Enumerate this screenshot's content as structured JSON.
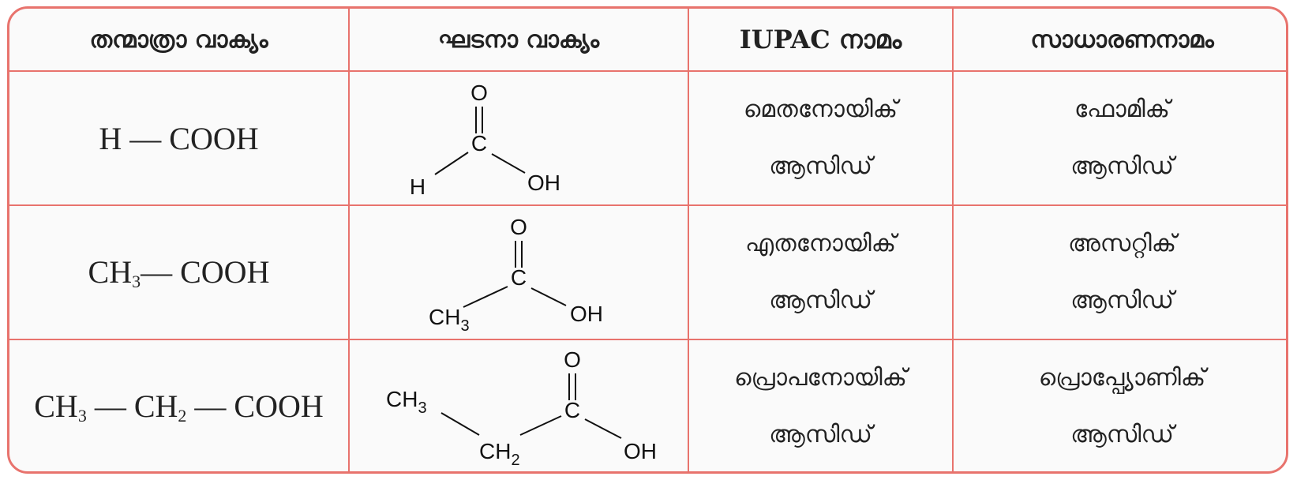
{
  "headers": {
    "molecular_formula": "തന്മാത്രാ വാക്യം",
    "structural_formula": "ഘടനാ വാക്യം",
    "iupac_name": "IUPAC നാമം",
    "common_name": "സാധാരണനാമം"
  },
  "rows": [
    {
      "formula": {
        "parts": [
          "H",
          "",
          " — COOH"
        ]
      },
      "structure": {
        "carbonyl_o": "O",
        "carbon": "C",
        "substituent": "H",
        "hydroxyl": "OH"
      },
      "iupac": {
        "line1": "മെതനോയിക്",
        "line2": "ആസിഡ്"
      },
      "common": {
        "line1": "ഫോമിക്",
        "line2": "ആസിഡ്"
      }
    },
    {
      "formula": {
        "parts": [
          "CH",
          "3",
          "— COOH"
        ]
      },
      "structure": {
        "carbonyl_o": "O",
        "carbon": "C",
        "substituent": "CH",
        "substituent_sub": "3",
        "hydroxyl": "OH"
      },
      "iupac": {
        "line1": "എതനോയിക്",
        "line2": "ആസിഡ്"
      },
      "common": {
        "line1": "അസറ്റിക്",
        "line2": "ആസിഡ്"
      }
    },
    {
      "formula": {
        "parts": [
          "CH",
          "3",
          " — CH",
          "2",
          " — COOH"
        ]
      },
      "structure": {
        "carbonyl_o": "O",
        "carbon": "C",
        "methyl": "CH",
        "methyl_sub": "3",
        "methylene": "CH",
        "methylene_sub": "2",
        "hydroxyl": "OH"
      },
      "iupac": {
        "line1": "പ്രൊപനോയിക്",
        "line2": "ആസിഡ്"
      },
      "common": {
        "line1": "പ്രൊപ്പ്യോണിക്",
        "line2": "ആസിഡ്"
      }
    }
  ]
}
